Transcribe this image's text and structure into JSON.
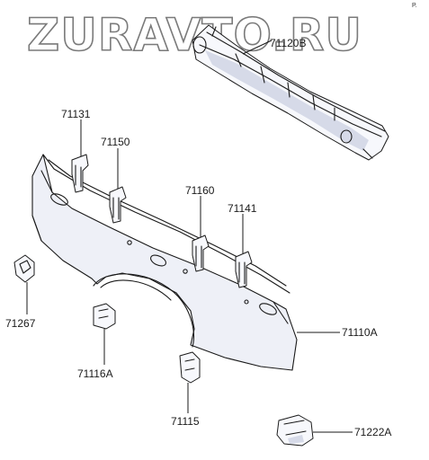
{
  "watermark": "ZURAVTO.RU",
  "corner_mark": "P.",
  "labels": {
    "p71120B": "71120B",
    "p71131": "71131",
    "p71150": "71150",
    "p71160": "71160",
    "p71141": "71141",
    "p71110A": "71110A",
    "p71267": "71267",
    "p71116A": "71116A",
    "p71115": "71115",
    "p71222A": "71222A"
  }
}
